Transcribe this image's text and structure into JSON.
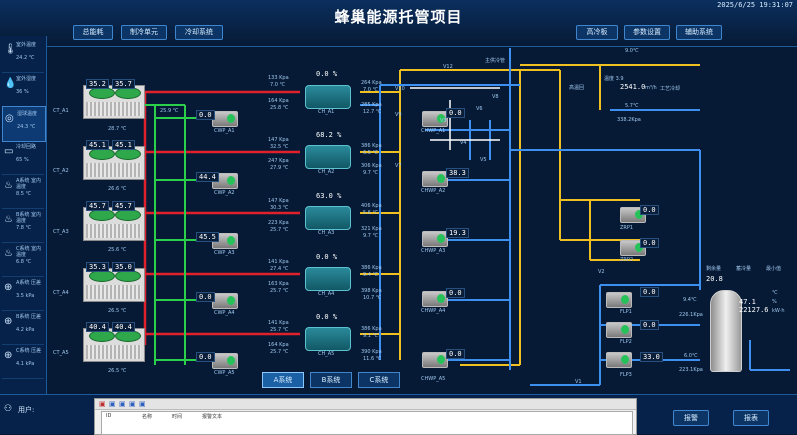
{
  "header": {
    "title": "蜂巢能源托管项目",
    "datetime": "2025/6/25 19:31:07"
  },
  "nav_left": [
    "总能耗",
    "制冷单元",
    "冷却系统"
  ],
  "nav_right": [
    "高冷板",
    "参数设置",
    "辅助系统"
  ],
  "sidebar": [
    {
      "icon": "thermometer-icon",
      "label": "室外温度",
      "value": "24.2 ℃"
    },
    {
      "icon": "humidity-icon",
      "label": "室外湿度",
      "value": "36 %"
    },
    {
      "icon": "wet-bulb-icon",
      "label": "湿球温度",
      "value": "24.3 ℃"
    },
    {
      "icon": "cooling-icon",
      "label": "冷却回路",
      "value": "65 %"
    },
    {
      "icon": "system-a-icon",
      "label": "A系统 室内温度",
      "value": "8.5 ℃"
    },
    {
      "icon": "system-b-icon",
      "label": "B系统 室内温度",
      "value": "7.8 ℃"
    },
    {
      "icon": "system-c-icon",
      "label": "C系统 室内温度",
      "value": "6.8 ℃"
    },
    {
      "icon": "system-a-pressure-icon",
      "label": "A系统 压差",
      "value": "3.5 kPa"
    },
    {
      "icon": "system-b-pressure-icon",
      "label": "B系统 压差",
      "value": "4.2 kPa"
    },
    {
      "icon": "system-c-pressure-icon",
      "label": "C系统 压差",
      "value": "4.1 kPa"
    }
  ],
  "user_label": "用户:",
  "cooling_towers": [
    {
      "name": "CT_A1",
      "fan1": "35.2",
      "fan2": "35.7",
      "temp_out": "28.7 ℃"
    },
    {
      "name": "CT_A2",
      "fan1": "45.1",
      "fan2": "45.1",
      "temp_out": "26.6 ℃"
    },
    {
      "name": "CT_A3",
      "fan1": "45.7",
      "fan2": "45.7",
      "temp_out": "25.6 ℃"
    },
    {
      "name": "CT_A4",
      "fan1": "35.3",
      "fan2": "35.0",
      "temp_out": "26.5 ℃"
    },
    {
      "name": "CT_A5",
      "fan1": "40.4",
      "fan2": "40.4",
      "temp_out": "26.5 ℃"
    }
  ],
  "cooling_header_temp": "25.9 ℃",
  "cooling_pumps": [
    {
      "name": "CWP_A1",
      "freq": "0.0"
    },
    {
      "name": "CWP_A2",
      "freq": "44.4"
    },
    {
      "name": "CWP_A3",
      "freq": "45.5"
    },
    {
      "name": "CWP_A4",
      "freq": "0.0"
    },
    {
      "name": "CWP_A5",
      "freq": "0.0"
    }
  ],
  "chillers": [
    {
      "name": "CH_A1",
      "load": "0.0 %",
      "cw_in_p": "133 Kpa",
      "cw_in_t": "7.0 ℃",
      "cw_out_p": "164 Kpa",
      "cw_out_t": "25.8 ℃",
      "chw_out_p": "264 Kpa",
      "chw_out_t": "7.0 ℃",
      "chw_in_p": "285 Kpa",
      "chw_in_t": "12.7 ℃"
    },
    {
      "name": "CH_A2",
      "load": "68.2 %",
      "cw_in_p": "147 Kpa",
      "cw_in_t": "32.5 ℃",
      "cw_out_p": "247 Kpa",
      "cw_out_t": "27.9 ℃",
      "chw_out_p": "386 Kpa",
      "chw_out_t": "6.5 ℃",
      "chw_in_p": "306 Kpa",
      "chw_in_t": "9.7 ℃"
    },
    {
      "name": "CH_A3",
      "load": "63.0 %",
      "cw_in_p": "147 Kpa",
      "cw_in_t": "30.3 ℃",
      "cw_out_p": "223 Kpa",
      "cw_out_t": "25.7 ℃",
      "chw_out_p": "406 Kpa",
      "chw_out_t": "5.6 ℃",
      "chw_in_p": "321 Kpa",
      "chw_in_t": "9.7 ℃"
    },
    {
      "name": "CH_A4",
      "load": "0.0 %",
      "cw_in_p": "141 Kpa",
      "cw_in_t": "27.4 ℃",
      "cw_out_p": "163 Kpa",
      "cw_out_t": "25.7 ℃",
      "chw_out_p": "386 Kpa",
      "chw_out_t": "9.4 ℃",
      "chw_in_p": "398 Kpa",
      "chw_in_t": "10.7 ℃"
    },
    {
      "name": "CH_A5",
      "load": "0.0 %",
      "cw_in_p": "141 Kpa",
      "cw_in_t": "25.7 ℃",
      "cw_out_p": "164 Kpa",
      "cw_out_t": "25.7 ℃",
      "chw_out_p": "386 Kpa",
      "chw_out_t": "9.1 ℃",
      "chw_in_p": "390 Kpa",
      "chw_in_t": "11.6 ℃"
    }
  ],
  "chw_pumps": [
    {
      "name": "CHWP_A1",
      "freq": "0.0"
    },
    {
      "name": "CHWP_A2",
      "freq": "38.3"
    },
    {
      "name": "CHWP_A3",
      "freq": "19.3"
    },
    {
      "name": "CHWP_A4",
      "freq": "0.0"
    },
    {
      "name": "CHWP_A5",
      "freq": "0.0"
    }
  ],
  "valves": [
    "V12",
    "V10",
    "V9",
    "V8",
    "V7",
    "V6",
    "V5",
    "V4",
    "V3",
    "V2",
    "V1"
  ],
  "supply_info": {
    "label1": "主供冷管",
    "temp": "9.0℃",
    "flow": "2541.0",
    "flow_unit": "m³/h",
    "label2": "工艺冷却",
    "temp2": "5.7℃",
    "pressure": "338.2Kpa",
    "label3": "高温回",
    "label4": "温度 3.9"
  },
  "right_pumps": [
    {
      "name": "ZRP1",
      "freq": "0.0"
    },
    {
      "name": "ZRP2",
      "freq": "0.0"
    },
    {
      "name": "FLP1",
      "freq": "0.0"
    },
    {
      "name": "FLP2",
      "freq": "0.0"
    },
    {
      "name": "FLP3",
      "freq": "33.0"
    }
  ],
  "tank": {
    "hdr1": "剩余量",
    "hdr2": "蓄冷量",
    "hdr3": "最小值",
    "v1": "20.8",
    "v2": "47.1",
    "v3": "22127.6",
    "unit1": "℃",
    "unit2": "%",
    "unit3": "kW·h",
    "temp_in": "9.4℃",
    "temp_out": "6.0℃",
    "p_in": "226.1Kpa",
    "p_out": "223.1Kpa"
  },
  "system_buttons": [
    "A系统",
    "B系统",
    "C系统"
  ],
  "bottom_buttons": [
    "报警",
    "报表"
  ],
  "window": {
    "cols": [
      "ID",
      "名称",
      "时间",
      "报警文本"
    ]
  }
}
